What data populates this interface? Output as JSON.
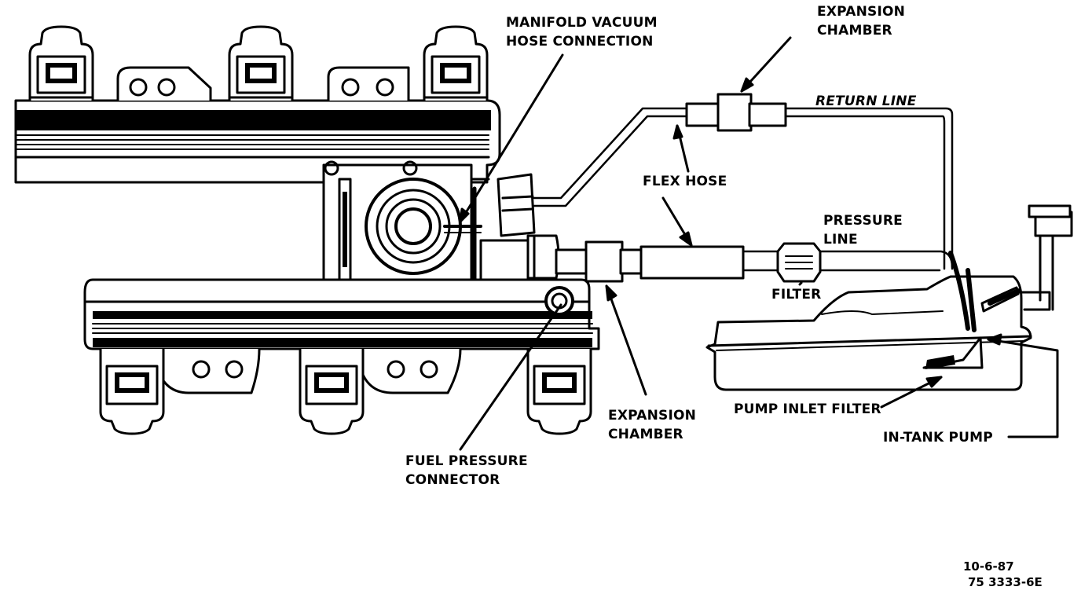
{
  "labels": {
    "manifold_vacuum_line1": "MANIFOLD VACUUM",
    "manifold_vacuum_line2": "HOSE CONNECTION",
    "expansion_top_line1": "EXPANSION",
    "expansion_top_line2": "CHAMBER",
    "return_line": "RETURN LINE",
    "flex_hose": "FLEX HOSE",
    "pressure_line1": "PRESSURE",
    "pressure_line2": "LINE",
    "filter": "FILTER",
    "expansion_bottom_line1": "EXPANSION",
    "expansion_bottom_line2": "CHAMBER",
    "fuel_pressure_line1": "FUEL PRESSURE",
    "fuel_pressure_line2": "CONNECTOR",
    "pump_inlet_filter": "PUMP INLET FILTER",
    "in_tank_pump": "IN-TANK PUMP"
  },
  "figure_codes": {
    "date": "10-6-87",
    "number": "75 3333-6E"
  }
}
